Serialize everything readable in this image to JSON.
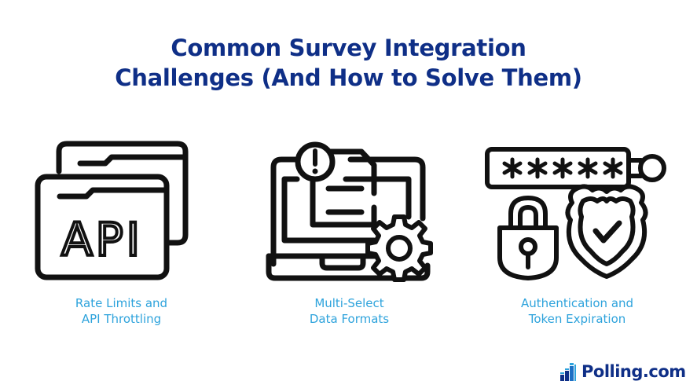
{
  "header": {
    "title_line1": "Common Survey Integration",
    "title_line2": "Challenges (And How to Solve Them)"
  },
  "challenges": [
    {
      "icon": "api-windows-icon",
      "icon_text": "API",
      "caption_line1": "Rate Limits and",
      "caption_line2": "API Throttling"
    },
    {
      "icon": "laptop-document-gear-icon",
      "caption_line1": "Multi-Select",
      "caption_line2": "Data Formats"
    },
    {
      "icon": "password-lock-shield-icon",
      "icon_text": "*****",
      "caption_line1": "Authentication and",
      "caption_line2": "Token Expiration"
    }
  ],
  "brand": {
    "name": "Polling.com",
    "primary_color": "#0f2f87",
    "accent_color": "#2ea3dc"
  },
  "colors": {
    "title": "#0f2f87",
    "caption": "#2ea3dc",
    "icon_stroke": "#111111",
    "background": "#ffffff"
  }
}
